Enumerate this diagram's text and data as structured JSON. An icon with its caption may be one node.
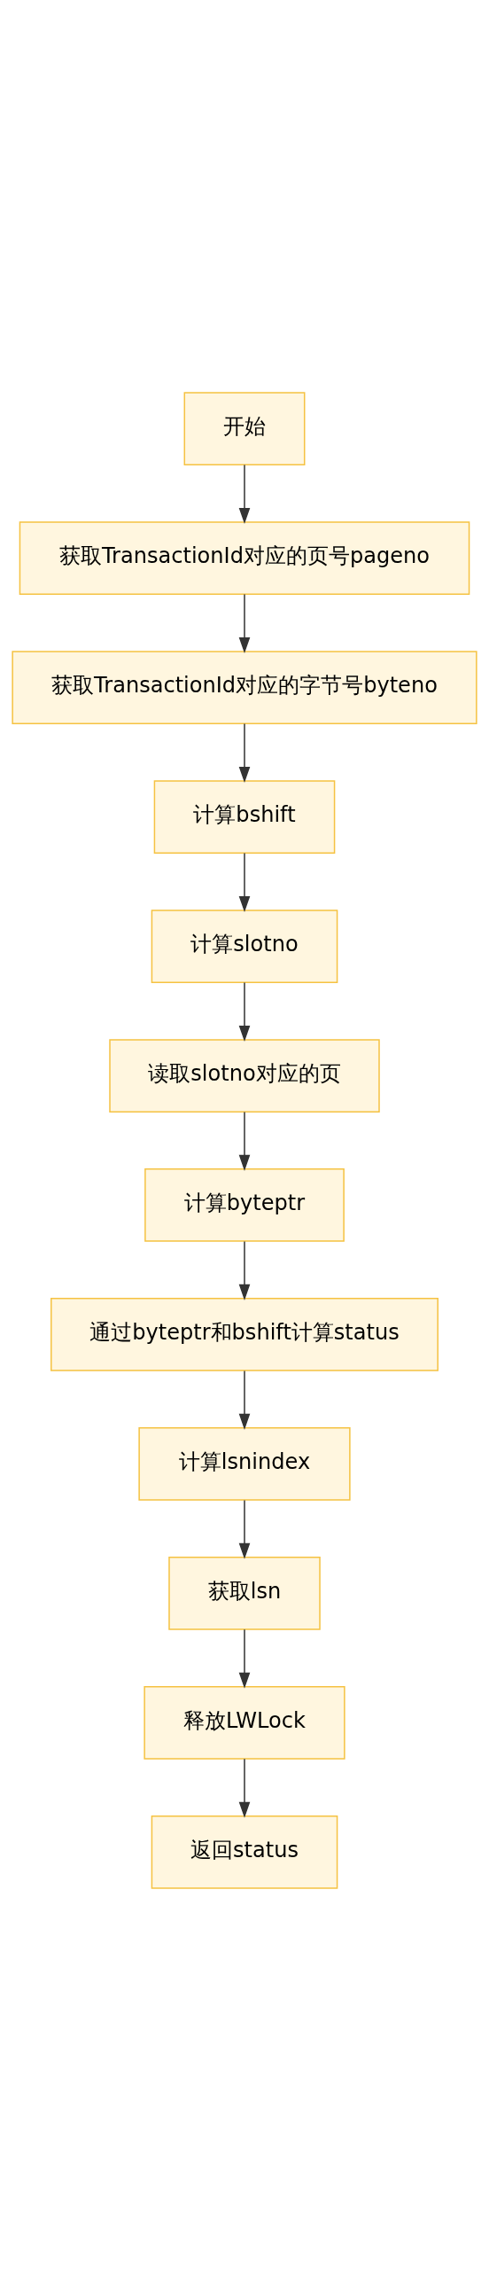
{
  "diagram": {
    "nodes": [
      {
        "text": [
          "开始"
        ]
      },
      {
        "text": [
          "获取TransactionId对应的页号pageno"
        ]
      },
      {
        "text": [
          "获取TransactionId对应的字节号byteno"
        ]
      },
      {
        "text": [
          "计算bshift"
        ]
      },
      {
        "text": [
          "计算slotno"
        ]
      },
      {
        "text": [
          "读取slotno对应的页"
        ]
      },
      {
        "text": [
          "计算byteptr"
        ]
      },
      {
        "text": [
          "通过byteptr和bshift计算status"
        ]
      },
      {
        "text": [
          "计算lsnindex"
        ]
      },
      {
        "text": [
          "获取lsn"
        ]
      },
      {
        "text": [
          "释放LWLock"
        ]
      },
      {
        "text": [
          "返回status"
        ]
      }
    ],
    "edges": [
      {
        "from": 0,
        "to": 1,
        "arrow": "to"
      },
      {
        "from": 1,
        "to": 2,
        "arrow": "to"
      },
      {
        "from": 2,
        "to": 3,
        "arrow": "to"
      },
      {
        "from": 3,
        "to": 4,
        "arrow": "to"
      },
      {
        "from": 4,
        "to": 5,
        "arrow": "to"
      },
      {
        "from": 5,
        "to": 6,
        "arrow": "to"
      },
      {
        "from": 6,
        "to": 7,
        "arrow": "to"
      },
      {
        "from": 7,
        "to": 8,
        "arrow": "to"
      },
      {
        "from": 8,
        "to": 9,
        "arrow": "to"
      },
      {
        "from": 9,
        "to": 10,
        "arrow": "to"
      },
      {
        "from": 10,
        "to": 11,
        "arrow": "to"
      }
    ]
  }
}
